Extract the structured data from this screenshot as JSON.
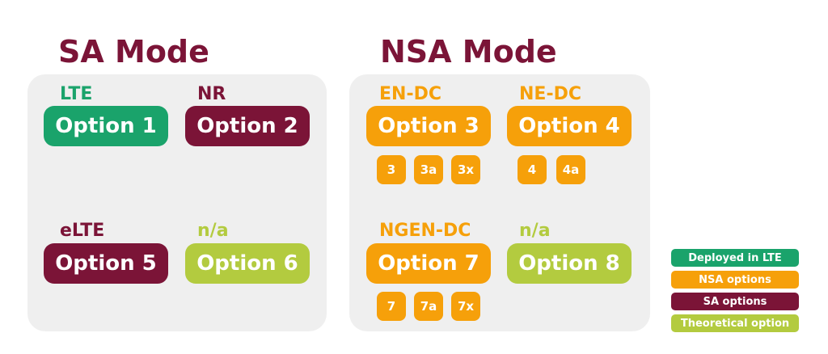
{
  "colors": {
    "deployed_lte": "#1aa36b",
    "nsa": "#f6a00a",
    "sa": "#7b1437",
    "theoretical": "#b3cb3f",
    "panel": "#efefef"
  },
  "sa_mode": {
    "title": "SA Mode",
    "cells": [
      {
        "label": "LTE",
        "option": "Option 1"
      },
      {
        "label": "NR",
        "option": "Option 2"
      },
      {
        "label": "eLTE",
        "option": "Option 5"
      },
      {
        "label": "n/a",
        "option": "Option 6"
      }
    ]
  },
  "nsa_mode": {
    "title": "NSA Mode",
    "cells": [
      {
        "label": "EN-DC",
        "option": "Option 3",
        "variants": [
          "3",
          "3a",
          "3x"
        ]
      },
      {
        "label": "NE-DC",
        "option": "Option 4",
        "variants": [
          "4",
          "4a"
        ]
      },
      {
        "label": "NGEN-DC",
        "option": "Option 7",
        "variants": [
          "7",
          "7a",
          "7x"
        ]
      },
      {
        "label": "n/a",
        "option": "Option 8",
        "variants": []
      }
    ]
  },
  "legend": [
    {
      "label": "Deployed in LTE",
      "color": "#1aa36b"
    },
    {
      "label": "NSA options",
      "color": "#f6a00a"
    },
    {
      "label": "SA options",
      "color": "#7b1437"
    },
    {
      "label": "Theoretical option",
      "color": "#b3cb3f"
    }
  ]
}
